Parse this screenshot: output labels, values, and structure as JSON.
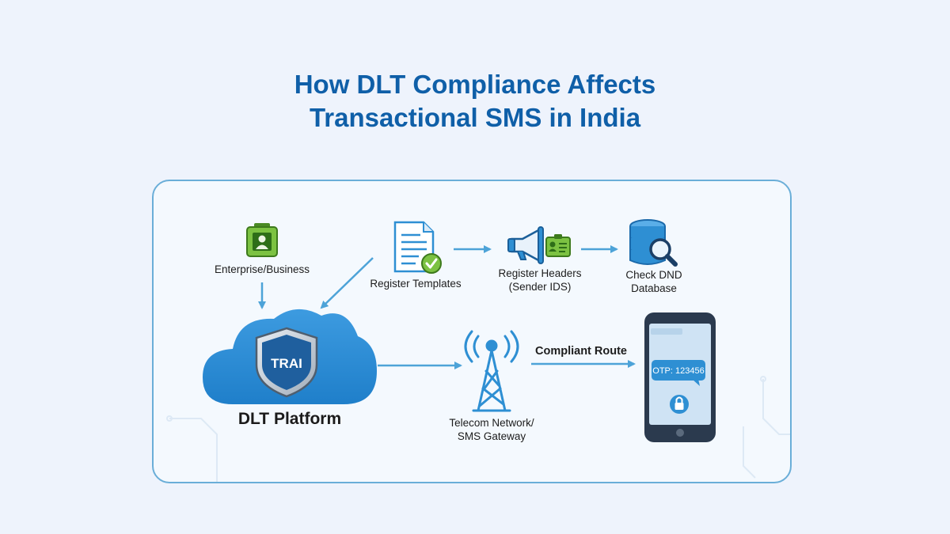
{
  "title": {
    "line1": "How DLT Compliance Affects",
    "line2": "Transactional SMS in India"
  },
  "nodes": {
    "enterprise": {
      "label": "Enterprise/Business",
      "icon": "id-badge-icon"
    },
    "templates": {
      "label": "Register Templates",
      "icon": "document-check-icon"
    },
    "headers": {
      "label_line1": "Register Headers",
      "label_line2": "(Sender IDS)",
      "icon": "megaphone-badge-icon"
    },
    "dnd": {
      "label_line1": "Check DND",
      "label_line2": "Database",
      "icon": "database-search-icon"
    },
    "dlt": {
      "label": "DLT Platform",
      "shield_text": "TRAI",
      "icon": "cloud-shield-icon"
    },
    "telecom": {
      "label_line1": "Telecom Network/",
      "label_line2": "SMS Gateway",
      "icon": "tower-icon"
    },
    "phone": {
      "otp_text": "OTP: 123456",
      "icon": "smartphone-lock-icon"
    }
  },
  "edges": {
    "compliant_route": "Compliant Route"
  },
  "colors": {
    "title": "#0f5fa8",
    "accent": "#2e8fd3",
    "arrow": "#4da3d8",
    "green": "#7cc242",
    "panel_border": "#6aaed8"
  }
}
